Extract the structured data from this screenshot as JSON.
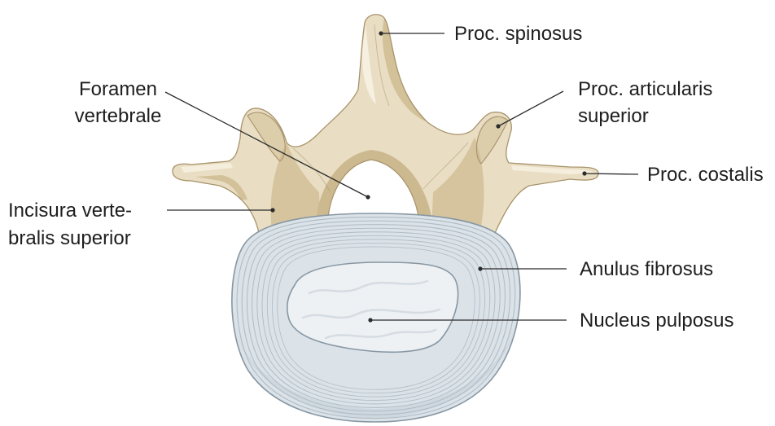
{
  "figure": {
    "labels": {
      "proc_spinosus": "Proc. spinosus",
      "foramen_vertebrale": [
        "Foramen",
        "vertebrale"
      ],
      "proc_articularis_superior": [
        "Proc. articularis",
        "superior"
      ],
      "proc_costalis": "Proc. costalis",
      "incisura_vertebralis_superior": [
        "Incisura verte-",
        "bralis superior"
      ],
      "anulus_fibrosus": "Anulus fibrosus",
      "nucleus_pulposus": "Nucleus pulposus"
    }
  },
  "colors": {
    "background": "#ffffff",
    "bone": "#e9dec4",
    "bone_shadow": "#cdb98f",
    "bone_highlight": "#f6f0e0",
    "bone_outline": "#a8936a",
    "foramen": "#ffffff",
    "disc": "#dbe2e8",
    "disc_ring": "#aebbc5",
    "disc_outline": "#8797a3",
    "nucleus": "#eef1f4",
    "label_text": "#1e1e1e",
    "leader_line": "#2b2b2b"
  }
}
